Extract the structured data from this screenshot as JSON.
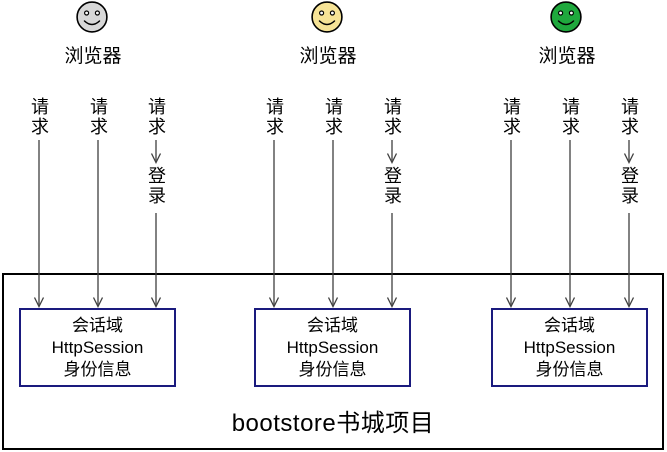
{
  "diagram": {
    "groups": [
      {
        "browser_label": "浏览器",
        "face": {
          "fill": "#d8d8d8",
          "eye_fill": "#ffffff"
        },
        "request_labels": [
          "请求",
          "请求",
          "请求"
        ],
        "login_label": "登录",
        "session_box": {
          "lines": [
            "会话域",
            "HttpSession",
            "身份信息"
          ]
        }
      },
      {
        "browser_label": "浏览器",
        "face": {
          "fill": "#f6e396",
          "eye_fill": "#ffffff"
        },
        "request_labels": [
          "请求",
          "请求",
          "请求"
        ],
        "login_label": "登录",
        "session_box": {
          "lines": [
            "会话域",
            "HttpSession",
            "身份信息"
          ]
        }
      },
      {
        "browser_label": "浏览器",
        "face": {
          "fill": "#1fa83d",
          "eye_fill": "#ffffff"
        },
        "request_labels": [
          "请求",
          "请求",
          "请求"
        ],
        "login_label": "登录",
        "session_box": {
          "lines": [
            "会话域",
            "HttpSession",
            "身份信息"
          ]
        }
      }
    ],
    "outer_box_label": "bootstore书城项目",
    "colors": {
      "arrow": "#3f3f3f",
      "session_box_border": "#1a1a7e",
      "outer_box_border": "#000000"
    }
  }
}
